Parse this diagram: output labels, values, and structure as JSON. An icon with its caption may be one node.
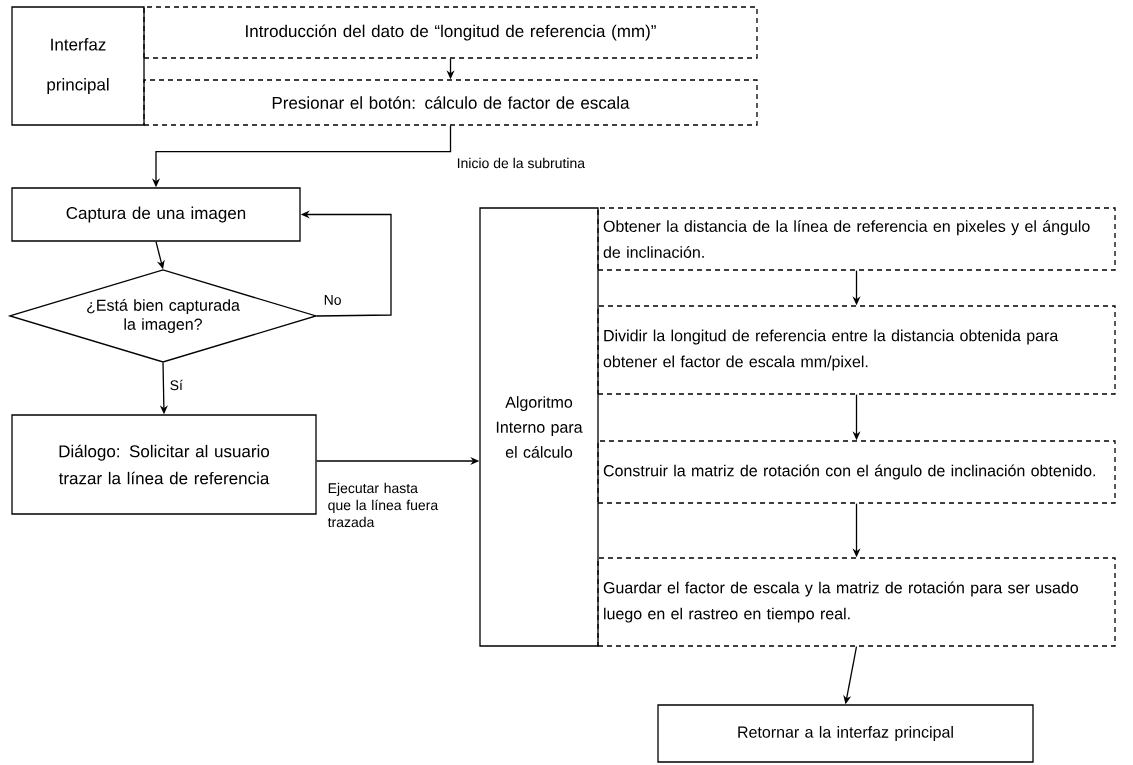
{
  "diagram": {
    "nodes": [
      {
        "text": [
          "Interfaz principal"
        ]
      },
      {
        "text": [
          "Introducción del dato de “longitud de referencia (mm)”"
        ]
      },
      {
        "text": [
          "Presionar el botón: cálculo de factor de escala"
        ]
      },
      {
        "text": [
          "Captura de una imagen"
        ]
      },
      {
        "text": [
          "¿Está bien capturada la imagen?"
        ]
      },
      {
        "text": [
          "Diálogo: Solicitar al usuario trazar la línea de referencia"
        ]
      },
      {
        "text": [
          "Algoritmo Interno para el cálculo"
        ]
      },
      {
        "text": [
          "Obtener la distancia de la línea de referencia en pixeles y el ángulo de inclinación."
        ]
      },
      {
        "text": [
          "Dividir la longitud de referencia entre la distancia obtenida para obtener el factor de escala mm/pixel."
        ]
      },
      {
        "text": [
          "Construir la matriz de rotación con el ángulo de inclinación obtenido."
        ]
      },
      {
        "text": [
          "Guardar el factor de escala y la matriz de rotación para ser usado luego en el rastreo en tiempo real."
        ]
      },
      {
        "text": [
          "Retornar a la interfaz principal"
        ]
      }
    ],
    "edges": [
      {
        "from": 1,
        "to": 2,
        "arrow": "to"
      },
      {
        "from": 2,
        "to": 3,
        "arrow": "to",
        "label": "Inicio de la subrutina"
      },
      {
        "from": 3,
        "to": 4,
        "arrow": "to"
      },
      {
        "from": 4,
        "to": 3,
        "arrow": "to",
        "label": "No"
      },
      {
        "from": 4,
        "to": 5,
        "arrow": "to",
        "label": "Sí"
      },
      {
        "from": 5,
        "to": 6,
        "arrow": "to",
        "label": "Ejecutar hasta que la línea fuera trazada"
      },
      {
        "from": 7,
        "to": 8,
        "arrow": "to"
      },
      {
        "from": 8,
        "to": 9,
        "arrow": "to"
      },
      {
        "from": 9,
        "to": 10,
        "arrow": "to"
      },
      {
        "from": 10,
        "to": 11,
        "arrow": "to"
      }
    ]
  }
}
